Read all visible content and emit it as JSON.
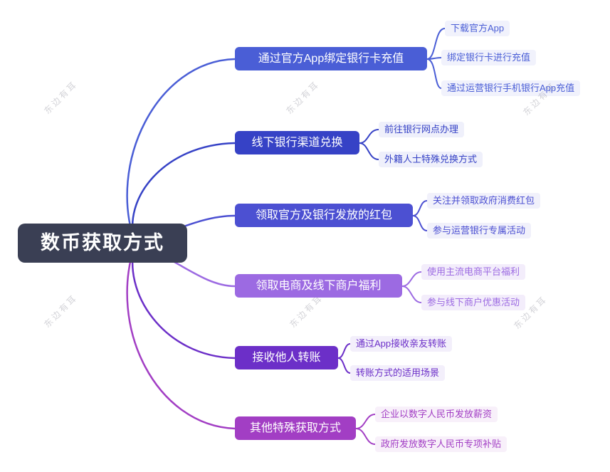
{
  "root": {
    "label": "数币获取方式",
    "color": "#3a3f54"
  },
  "watermark": {
    "text": "东边有耳"
  },
  "branches": [
    {
      "label": "通过官方App绑定银行卡充值",
      "color": "#4a5ed6",
      "children": [
        "下载官方App",
        "绑定银行卡进行充值",
        "通过运营银行手机银行App充值"
      ]
    },
    {
      "label": "线下银行渠道兑换",
      "color": "#3642c6",
      "children": [
        "前往银行网点办理",
        "外籍人士特殊兑换方式"
      ]
    },
    {
      "label": "领取官方及银行发放的红包",
      "color": "#4c50d2",
      "children": [
        "关注并领取政府消费红包",
        "参与运营银行专属活动"
      ]
    },
    {
      "label": "领取电商及线下商户福利",
      "color": "#9c6ae2",
      "children": [
        "使用主流电商平台福利",
        "参与线下商户优惠活动"
      ]
    },
    {
      "label": "接收他人转账",
      "color": "#6c2fc8",
      "children": [
        "通过App接收亲友转账",
        "转账方式的适用场景"
      ]
    },
    {
      "label": "其他特殊获取方式",
      "color": "#a23ec4",
      "children": [
        "企业以数字人民币发放薪资",
        "政府发放数字人民币专项补贴"
      ]
    }
  ]
}
